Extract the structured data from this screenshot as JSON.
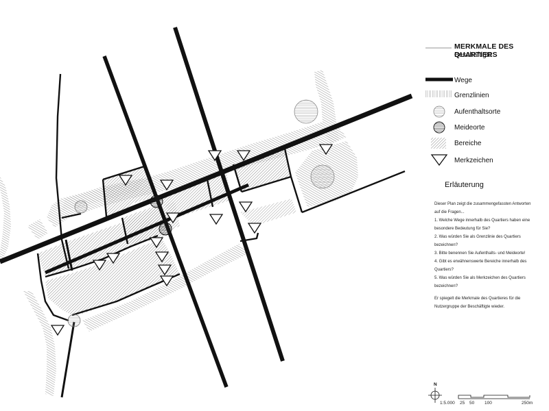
{
  "legend": {
    "title": "MERKMALE DES QUARTIERS",
    "subtitle": "Beschäftigte",
    "items": [
      {
        "key": "wege",
        "label": "Wege"
      },
      {
        "key": "grenzlinien",
        "label": "Grenzlinien"
      },
      {
        "key": "aufenthaltsorte",
        "label": "Aufenthaltsorte"
      },
      {
        "key": "meideorte",
        "label": "Meideorte"
      },
      {
        "key": "bereiche",
        "label": "Bereiche"
      },
      {
        "key": "merkzeichen",
        "label": "Merkzeichen"
      }
    ]
  },
  "explanation": {
    "title": "Erläuterung",
    "paragraphs": [
      "Dieser Plan zeigt die zusammengefassten Antworten auf die Fragen...",
      "1. Welche Wege innerhalb des Quartiers haben eine besondere Bedeutung für Sie?",
      "2. Was würden Sie als Grenzlinie des Quartiers bezeichnen?",
      "3. Bitte benennen Sie Aufenthalts- und Meideorte!",
      "4. Gibt es erwähnenswerte Bereiche innerhalb des Quartiers?",
      "5. Was würden Sie als Merkzeichen des Quartiers bezeichnen?",
      "Er spiegelt die Merkmale des Quartieres für die Nutzergruppe der Beschäftigte wieder."
    ]
  },
  "scale": {
    "ratio": "1:5.000",
    "ticks": [
      "25",
      "50",
      "100",
      "250m"
    ],
    "north": "N"
  },
  "colors": {
    "ink": "#111111",
    "hatch": "#888888",
    "boundary": "#aaaaaa"
  }
}
